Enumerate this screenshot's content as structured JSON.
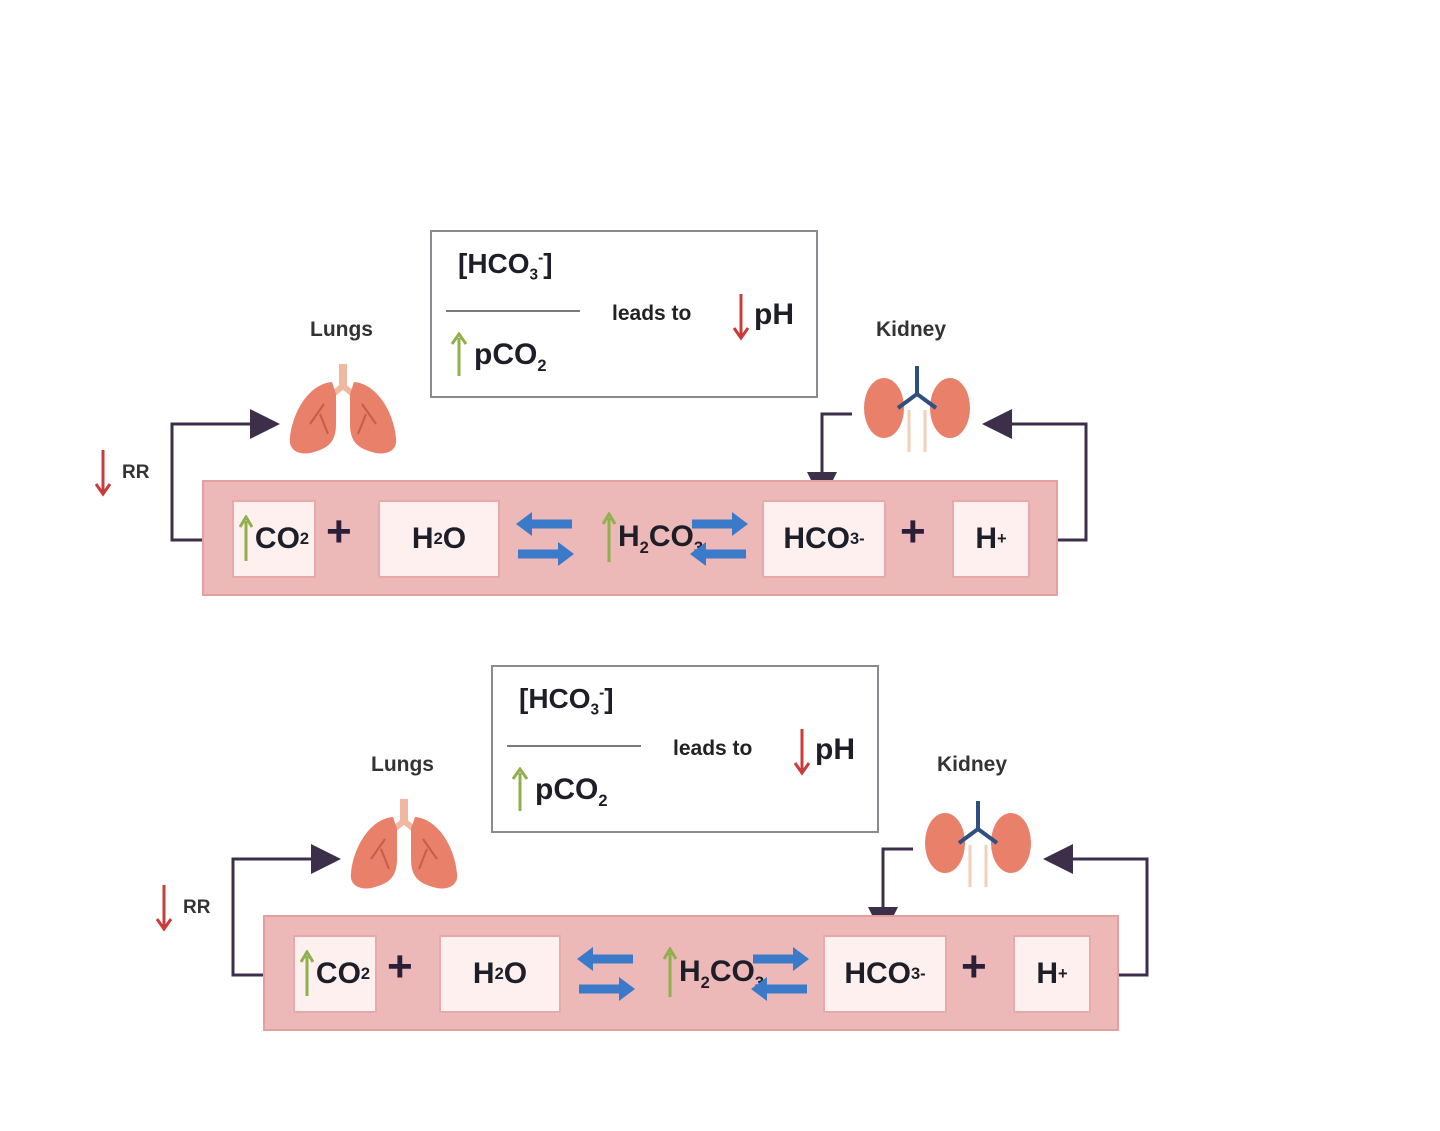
{
  "panels": [
    {
      "ratio": {
        "numerator": "[HCO3-]",
        "denominator": "pCO2",
        "denominator_arrow": "up-arrow",
        "relation": "leads to",
        "result": "pH",
        "result_arrow": "down-arrow"
      },
      "lungs_label": "Lungs",
      "kidney_label": "Kidney",
      "rr_label": "RR",
      "rr_arrow": "down-arrow",
      "equation": {
        "co2": "CO2",
        "co2_arrow": "up-arrow",
        "h2o": "H2O",
        "h2co3": "H2CO3",
        "h2co3_arrow": "up-arrow",
        "hco3": "HCO3-",
        "h": "H+"
      }
    },
    {
      "ratio": {
        "numerator": "[HCO3-]",
        "denominator": "pCO2",
        "denominator_arrow": "up-arrow",
        "relation": "leads to",
        "result": "pH",
        "result_arrow": "down-arrow"
      },
      "lungs_label": "Lungs",
      "kidney_label": "Kidney",
      "rr_label": "RR",
      "rr_arrow": "down-arrow",
      "equation": {
        "co2": "CO2",
        "co2_arrow": "up-arrow",
        "h2o": "H2O",
        "h2co3": "H2CO3",
        "h2co3_arrow": "up-arrow",
        "hco3": "HCO3-",
        "h": "H+"
      }
    }
  ],
  "colors": {
    "band": "#edb8b8",
    "cell": "#fdf0ef",
    "up_arrow": "#8fb04a",
    "down_arrow": "#c83c3c",
    "equilibrium_arrow": "#3a7ac8",
    "connector": "#3d2f4a",
    "organ": "#e8806a",
    "kidney_vessel": "#2f4f80"
  }
}
